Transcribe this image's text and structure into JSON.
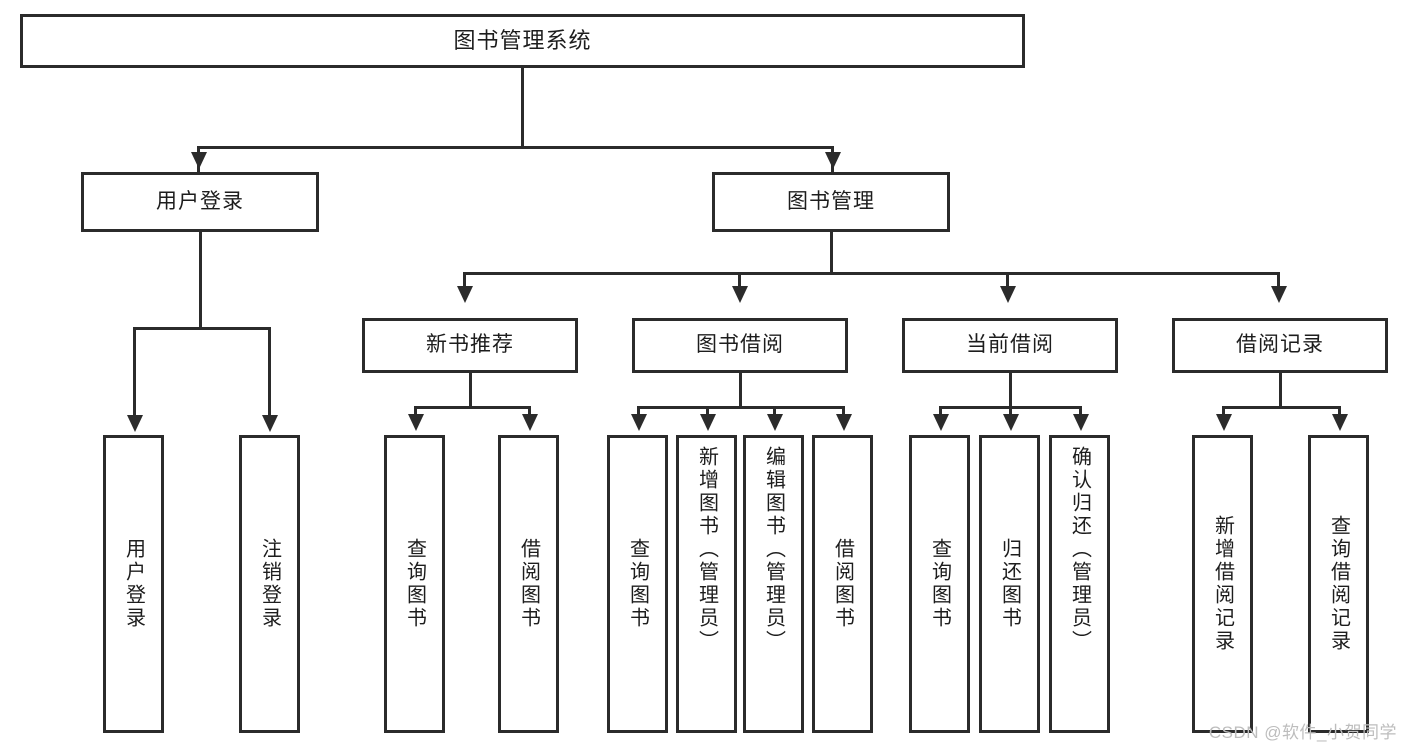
{
  "diagram": {
    "title": "图书管理系统",
    "type": "hierarchy-tree",
    "watermark": "CSDN @软件_小贺同学",
    "colors": {
      "stroke": "#2b2b2b",
      "fill": "#ffffff",
      "text": "#1d1d1d",
      "watermark": "#bdbdbd"
    },
    "root": {
      "label": "图书管理系统"
    },
    "level1": [
      {
        "label": "用户登录"
      },
      {
        "label": "图书管理"
      }
    ],
    "level2": [
      {
        "label": "新书推荐"
      },
      {
        "label": "图书借阅"
      },
      {
        "label": "当前借阅"
      },
      {
        "label": "借阅记录"
      }
    ],
    "leaves": {
      "user_login": [
        {
          "label": "用户登录"
        },
        {
          "label": "注销登录"
        }
      ],
      "new_book_recommend": [
        {
          "label": "查询图书"
        },
        {
          "label": "借阅图书"
        }
      ],
      "book_borrow": [
        {
          "label": "查询图书"
        },
        {
          "label": "新增图书（管理员）"
        },
        {
          "label": "编辑图书（管理员）"
        },
        {
          "label": "借阅图书"
        }
      ],
      "current_borrow": [
        {
          "label": "查询图书"
        },
        {
          "label": "归还图书"
        },
        {
          "label": "确认归还（管理员）"
        }
      ],
      "borrow_record": [
        {
          "label": "新增借阅记录"
        },
        {
          "label": "查询借阅记录"
        }
      ]
    }
  }
}
